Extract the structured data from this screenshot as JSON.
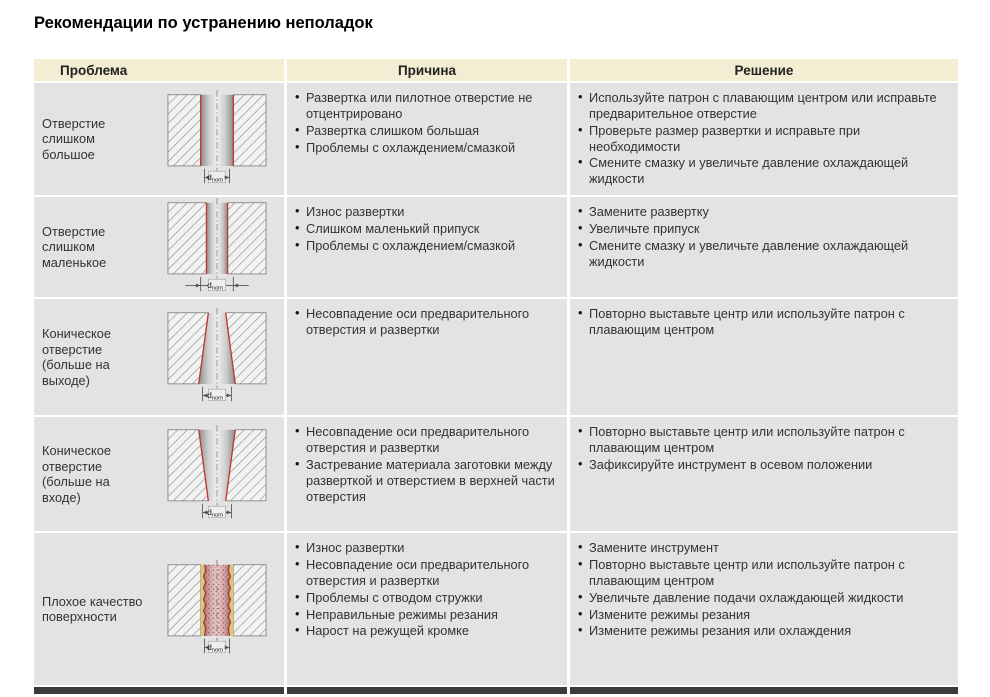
{
  "page": {
    "title": "Рекомендации по устранению неполадок"
  },
  "colors": {
    "header_bg": "#f2edd3",
    "row_bg": "#e3e3e3",
    "bore_edge_red": "#c0392b",
    "footer_bar": "#3b3b3b"
  },
  "table": {
    "headers": {
      "problem": "Проблема",
      "cause": "Причина",
      "solution": "Решение"
    },
    "dim_label": {
      "base": "d",
      "sub": "nom"
    },
    "rows": [
      {
        "problem": "Отверстие слишком большое",
        "diagram": "hole-too-large",
        "causes": [
          "Развертка или пилотное отверстие не отцентрировано",
          "Развертка слишком большая",
          "Проблемы с охлаждением/смазкой"
        ],
        "solutions": [
          "Используйте патрон с плавающим центром или исправьте предварительное отверстие",
          "Проверьте размер развертки и исправьте при необходимости",
          "Смените смазку и увеличьте давление охлаждающей жидкости"
        ]
      },
      {
        "problem": "Отверстие слишком маленькое",
        "diagram": "hole-too-small",
        "causes": [
          "Износ развертки",
          "Слишком маленький припуск",
          "Проблемы с охлаждением/смазкой"
        ],
        "solutions": [
          "Замените развертку",
          "Увеличьте припуск",
          "Смените смазку и увеличьте давление охлаждающей жидкости"
        ]
      },
      {
        "problem": "Коническое отверстие (больше на выходе)",
        "diagram": "tapered-hole-larger-at-exit",
        "causes": [
          "Несовпадение оси предварительного отверстия и развертки"
        ],
        "solutions": [
          "Повторно выставьте центр или используйте патрон с плавающим центром"
        ]
      },
      {
        "problem": "Коническое отверстие (больше на входе)",
        "diagram": "tapered-hole-larger-at-entry",
        "causes": [
          "Несовпадение оси предварительного отверстия и развертки",
          "Застревание материала заготовки между разверткой и отверстием в верхней части отверстия"
        ],
        "solutions": [
          "Повторно выставьте центр или используйте патрон с плавающим центром",
          "Зафиксируйте инструмент в осевом положении"
        ]
      },
      {
        "problem": "Плохое качество поверхности",
        "diagram": "poor-surface-finish",
        "causes": [
          "Износ развертки",
          "Несовпадение оси предварительного отверстия и развертки",
          "Проблемы с отводом стружки",
          "Неправильные режимы резания",
          "Нарост на режущей кромке"
        ],
        "solutions": [
          "Замените инструмент",
          "Повторно выставьте центр или используйте патрон с плавающим центром",
          "Увеличьте давление подачи охлаждающей жидкости",
          "Измените режимы резания",
          "Измените режимы резания или охлаждения"
        ]
      }
    ]
  }
}
